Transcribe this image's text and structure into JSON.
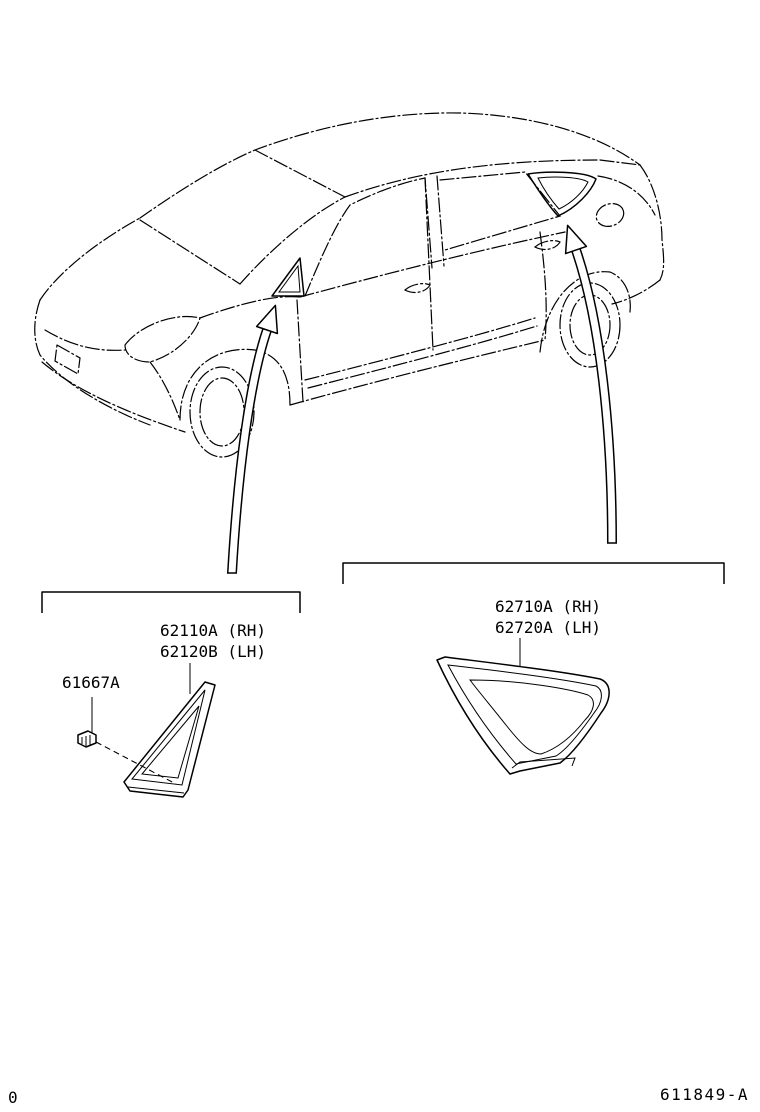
{
  "diagram": {
    "callouts": {
      "front_quarter": {
        "part_rh": "62110A (RH)",
        "part_lh": "62120B (LH)"
      },
      "clip": {
        "part": "61667A"
      },
      "rear_quarter": {
        "part_rh": "62710A (RH)",
        "part_lh": "62720A (LH)"
      }
    },
    "footer": {
      "left_code": "0",
      "illustration_id": "611849-A"
    }
  },
  "colors": {
    "line": "#000000",
    "background": "#ffffff"
  }
}
